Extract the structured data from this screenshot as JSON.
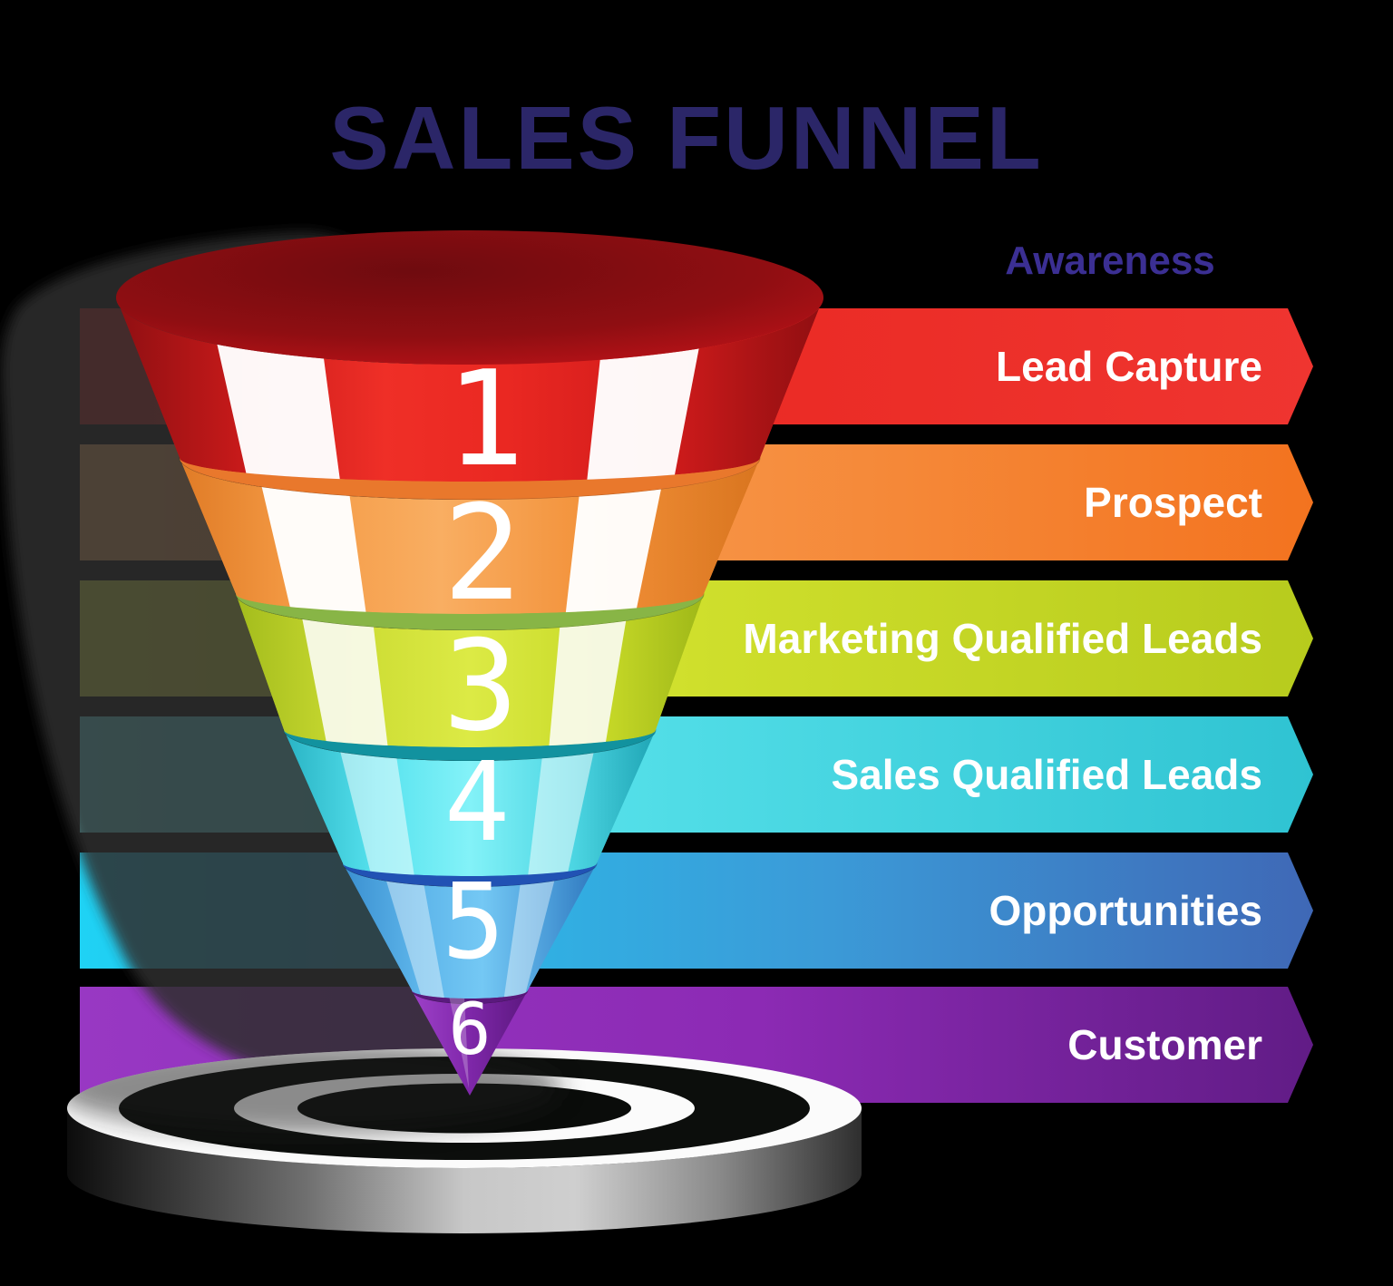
{
  "title": "SALES FUNNEL",
  "awareness_label": "Awareness",
  "stages": [
    {
      "number": "1",
      "label": "Lead Capture",
      "color": "#ea2a24"
    },
    {
      "number": "2",
      "label": "Prospect",
      "color": "#f58a3c"
    },
    {
      "number": "3",
      "label": "Marketing Qualified Leads",
      "color": "#c8d92b"
    },
    {
      "number": "4",
      "label": "Sales Qualified Leads",
      "color": "#3ecfdc"
    },
    {
      "number": "5",
      "label": "Opportunities",
      "color": "#2f9ad6"
    },
    {
      "number": "6",
      "label": "Customer",
      "color": "#7f27a8"
    }
  ],
  "icons": {
    "funnel": "funnel-3d-icon",
    "target": "bullseye-target-icon"
  },
  "text_colors": {
    "title": "#2b2668",
    "awareness": "#3b2f93",
    "stage_labels": "#ffffff",
    "numbers": "#ffffff"
  }
}
